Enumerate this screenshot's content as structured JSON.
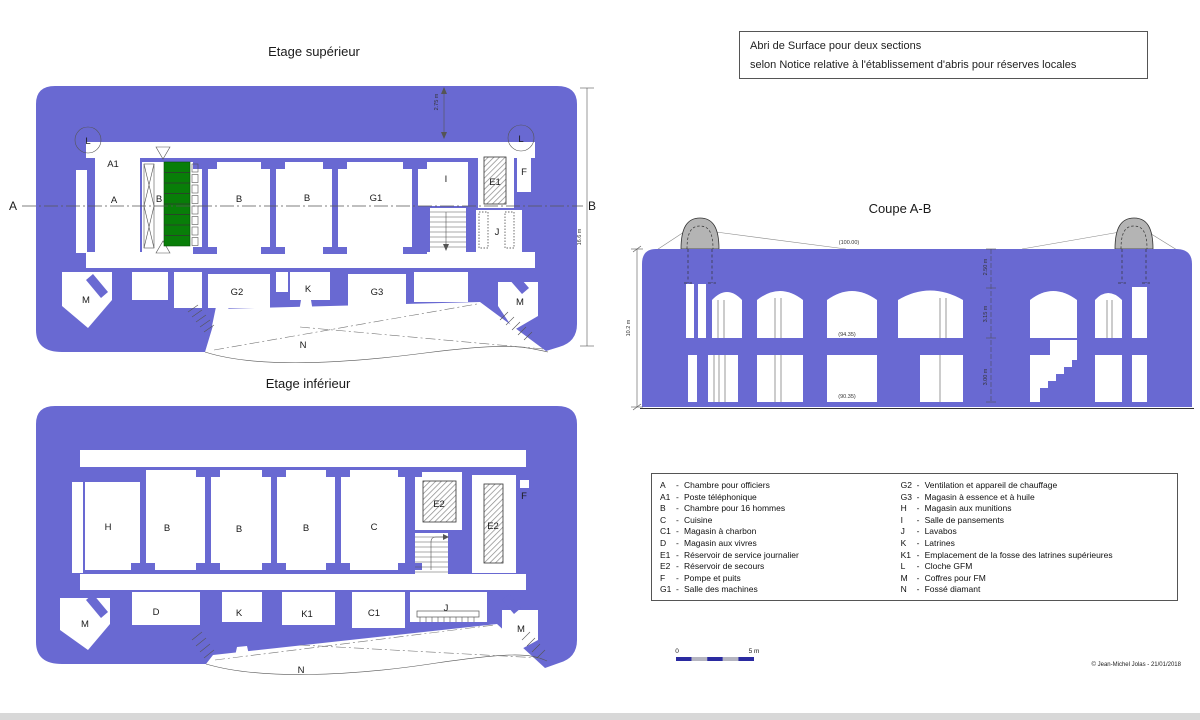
{
  "header": {
    "line1": "Abri de Surface pour deux sections",
    "line2": "selon Notice relative à l'établissement d'abris pour réserves locales"
  },
  "upper": {
    "title": "Etage supérieur",
    "section_a": "A",
    "section_b": "B",
    "dim_top": "2.75 m",
    "dim_right": "16.6 m",
    "rooms": {
      "l_left": "L",
      "a1": "A1",
      "a": "A",
      "b1": "B",
      "b2": "B",
      "b3": "B",
      "g1": "G1",
      "i": "I",
      "e1": "E1",
      "f": "F",
      "j": "J",
      "l_right": "L",
      "m_left": "M",
      "g2": "G2",
      "k": "K",
      "g3": "G3",
      "m_right": "M",
      "n": "N"
    }
  },
  "lower": {
    "title": "Etage inférieur",
    "rooms": {
      "h": "H",
      "b1": "B",
      "b2": "B",
      "b3": "B",
      "c": "C",
      "e2_top": "E2",
      "e2_right": "E2",
      "f": "F",
      "m_left": "M",
      "d": "D",
      "k": "K",
      "k1": "K1",
      "c1": "C1",
      "j": "J",
      "m_right": "M",
      "n": "N"
    }
  },
  "coupe": {
    "title": "Coupe A-B",
    "elev_top": "(100.00)",
    "elev_mid": "(94.35)",
    "elev_low": "(90.35)",
    "dim_height": "10.2 m",
    "dim_roof": "2.50 m",
    "dim_upper": "3.15 m",
    "dim_lower": "3.00 m"
  },
  "legend": {
    "separator": "-",
    "left": [
      {
        "key": "A",
        "label": "Chambre pour officiers"
      },
      {
        "key": "A1",
        "label": "Poste téléphonique"
      },
      {
        "key": "B",
        "label": "Chambre pour 16 hommes"
      },
      {
        "key": "C",
        "label": "Cuisine"
      },
      {
        "key": "C1",
        "label": "Magasin à charbon"
      },
      {
        "key": "D",
        "label": "Magasin aux vivres"
      },
      {
        "key": "E1",
        "label": "Réservoir de service journalier"
      },
      {
        "key": "E2",
        "label": "Réservoir de secours"
      },
      {
        "key": "F",
        "label": "Pompe et puits"
      },
      {
        "key": "G1",
        "label": "Salle des machines"
      }
    ],
    "right": [
      {
        "key": "G2",
        "label": "Ventilation et appareil de chauffage"
      },
      {
        "key": "G3",
        "label": "Magasin à essence et à huile"
      },
      {
        "key": "H",
        "label": "Magasin aux munitions"
      },
      {
        "key": "I",
        "label": "Salle de pansements"
      },
      {
        "key": "J",
        "label": "Lavabos"
      },
      {
        "key": "K",
        "label": "Latrines"
      },
      {
        "key": "K1",
        "label": "Emplacement de la fosse des latrines supérieures"
      },
      {
        "key": "L",
        "label": "Cloche GFM"
      },
      {
        "key": "M",
        "label": "Coffres pour FM"
      },
      {
        "key": "N",
        "label": "Fossé diamant"
      }
    ]
  },
  "scale_bar": {
    "start": "0",
    "end": "5 m"
  },
  "credit": "© Jean-Michel Jolas - 21/01/2018",
  "colors": {
    "mass_blue": "#6969d2",
    "bed_green": "#087e08",
    "cloche_gray": "#b4b4b4",
    "scale_blue": "#2a2aa0",
    "scale_gray": "#b4b4c0"
  }
}
